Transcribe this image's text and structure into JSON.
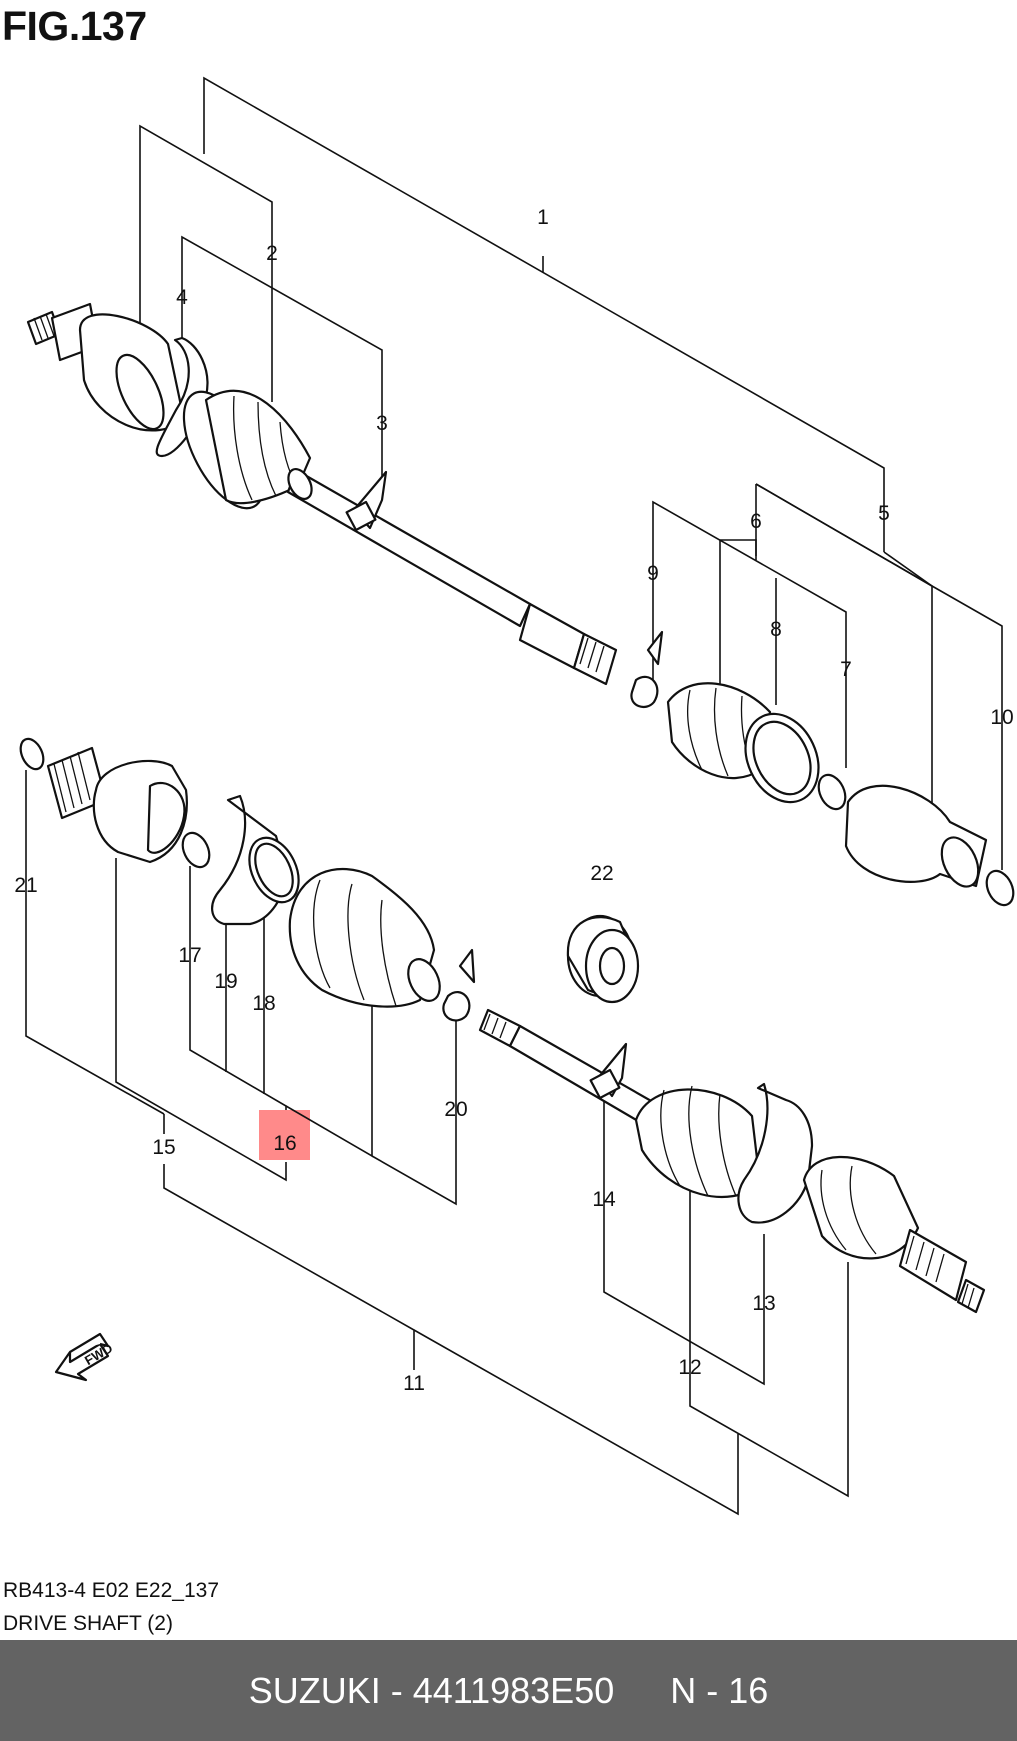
{
  "figure_title": "FIG.137",
  "labels": {
    "l1": "1",
    "l2": "2",
    "l3": "3",
    "l4": "4",
    "l5": "5",
    "l6": "6",
    "l7": "7",
    "l8": "8",
    "l9": "9",
    "l10": "10",
    "l11": "11",
    "l12": "12",
    "l13": "13",
    "l14": "14",
    "l15": "15",
    "l16": "16",
    "l17": "17",
    "l18": "18",
    "l19": "19",
    "l20": "20",
    "l21": "21",
    "l22": "22"
  },
  "highlight": {
    "label": "16",
    "color": "#ff8a8a"
  },
  "fwd_icon": {
    "text": "FWD",
    "icon": "fwd-arrow-icon"
  },
  "info": {
    "code": "RB413-4 E02 E22_137",
    "name": "DRIVE SHAFT (2)"
  },
  "footer": {
    "part_text": "SUZUKI - 4411983E50",
    "position_text": "N - 16",
    "background": "#636363"
  }
}
